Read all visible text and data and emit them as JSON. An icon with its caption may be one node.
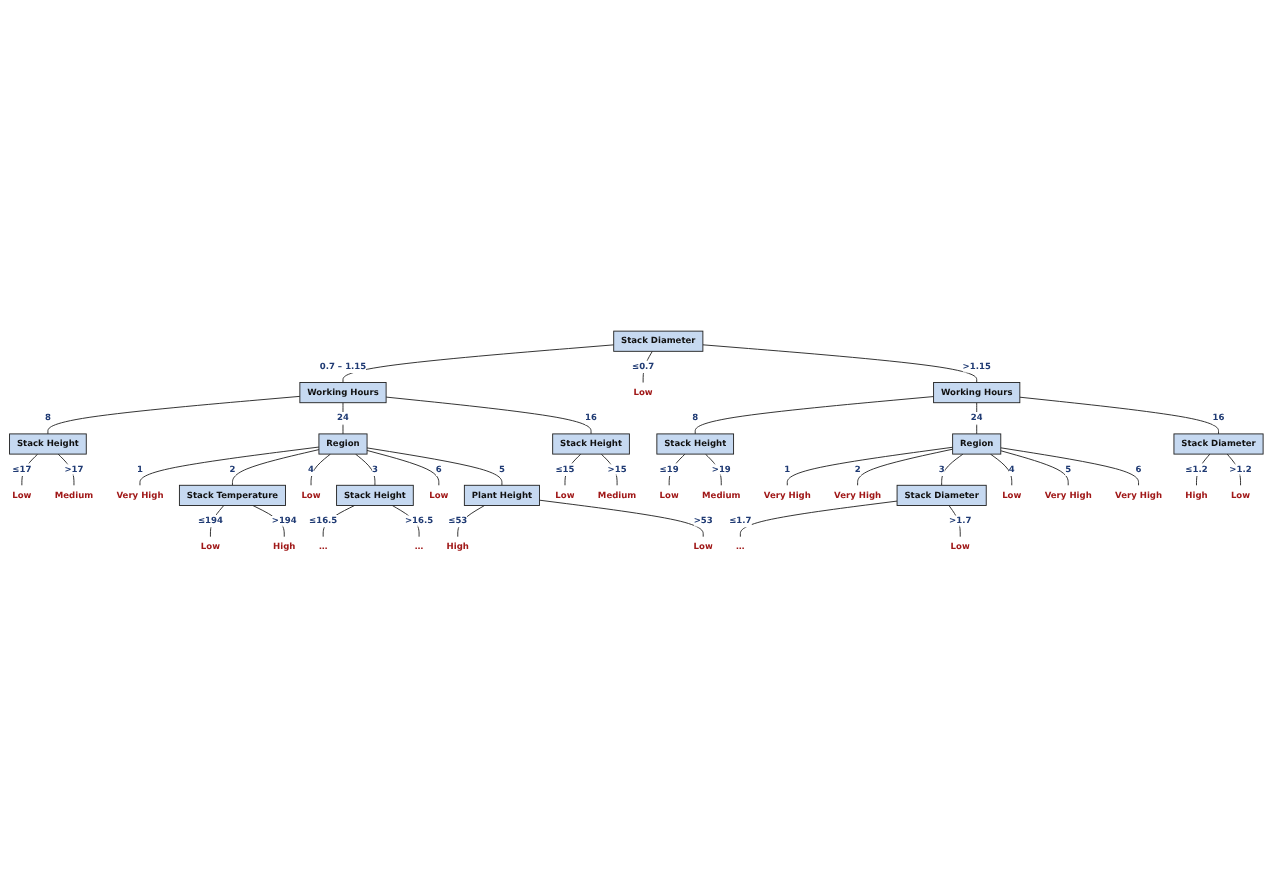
{
  "diagram": {
    "nodes": [
      {
        "text": [
          "Stack Diameter"
        ]
      },
      {
        "text": [
          "Working Hours"
        ]
      },
      {
        "text": [
          "Low"
        ]
      },
      {
        "text": [
          "Working Hours"
        ]
      },
      {
        "text": [
          "Stack Height"
        ]
      },
      {
        "text": [
          "Stack Height"
        ]
      },
      {
        "text": [
          "Region"
        ]
      },
      {
        "text": [
          "Low"
        ]
      },
      {
        "text": [
          "Medium"
        ]
      },
      {
        "text": [
          "Low"
        ]
      },
      {
        "text": [
          "Medium"
        ]
      },
      {
        "text": [
          "Stack Height"
        ]
      },
      {
        "text": [
          "Stack Diameter"
        ]
      },
      {
        "text": [
          "Region"
        ]
      },
      {
        "text": [
          "Low"
        ]
      },
      {
        "text": [
          "Medium"
        ]
      },
      {
        "text": [
          "High"
        ]
      },
      {
        "text": [
          "Low"
        ]
      },
      {
        "text": [
          "Very High"
        ]
      },
      {
        "text": [
          "Low"
        ]
      },
      {
        "text": [
          "Low"
        ]
      },
      {
        "text": [
          "Stack Temperature"
        ]
      },
      {
        "text": [
          "Stack Height"
        ]
      },
      {
        "text": [
          "Plant Height"
        ]
      },
      {
        "text": [
          "Very High"
        ]
      },
      {
        "text": [
          "Very High"
        ]
      },
      {
        "text": [
          "Low"
        ]
      },
      {
        "text": [
          "Very High"
        ]
      },
      {
        "text": [
          "Very High"
        ]
      },
      {
        "text": [
          "Stack Diameter"
        ]
      },
      {
        "text": [
          "Low"
        ]
      },
      {
        "text": [
          "High"
        ]
      },
      {
        "text": [
          "…"
        ]
      },
      {
        "text": [
          "…"
        ]
      },
      {
        "text": [
          "High"
        ]
      },
      {
        "text": [
          "Low"
        ]
      },
      {
        "text": [
          "…"
        ]
      },
      {
        "text": [
          "Low"
        ]
      }
    ],
    "edges": [
      {
        "from": 0,
        "to": 1,
        "arrow": "none",
        "label": "0.7 – 1.15"
      },
      {
        "from": 0,
        "to": 2,
        "arrow": "none",
        "label": "≤0.7"
      },
      {
        "from": 0,
        "to": 3,
        "arrow": "none",
        "label": ">1.15"
      },
      {
        "from": 1,
        "to": 4,
        "arrow": "none",
        "label": "8"
      },
      {
        "from": 1,
        "to": 6,
        "arrow": "none",
        "label": "24"
      },
      {
        "from": 1,
        "to": 5,
        "arrow": "none",
        "label": "16"
      },
      {
        "from": 4,
        "to": 7,
        "arrow": "none",
        "label": "≤17"
      },
      {
        "from": 4,
        "to": 8,
        "arrow": "none",
        "label": ">17"
      },
      {
        "from": 5,
        "to": 9,
        "arrow": "none",
        "label": "≤15"
      },
      {
        "from": 5,
        "to": 10,
        "arrow": "none",
        "label": ">15"
      },
      {
        "from": 3,
        "to": 11,
        "arrow": "none",
        "label": "8"
      },
      {
        "from": 3,
        "to": 13,
        "arrow": "none",
        "label": "24"
      },
      {
        "from": 3,
        "to": 12,
        "arrow": "none",
        "label": "16"
      },
      {
        "from": 11,
        "to": 14,
        "arrow": "none",
        "label": "≤19"
      },
      {
        "from": 11,
        "to": 15,
        "arrow": "none",
        "label": ">19"
      },
      {
        "from": 12,
        "to": 16,
        "arrow": "none",
        "label": "≤1.2"
      },
      {
        "from": 12,
        "to": 17,
        "arrow": "none",
        "label": ">1.2"
      },
      {
        "from": 6,
        "to": 18,
        "arrow": "none",
        "label": "1"
      },
      {
        "from": 6,
        "to": 21,
        "arrow": "none",
        "label": "2"
      },
      {
        "from": 6,
        "to": 19,
        "arrow": "none",
        "label": "4"
      },
      {
        "from": 6,
        "to": 22,
        "arrow": "none",
        "label": "3"
      },
      {
        "from": 6,
        "to": 20,
        "arrow": "none",
        "label": "6"
      },
      {
        "from": 6,
        "to": 23,
        "arrow": "none",
        "label": "5"
      },
      {
        "from": 13,
        "to": 24,
        "arrow": "none",
        "label": "1"
      },
      {
        "from": 13,
        "to": 25,
        "arrow": "none",
        "label": "2"
      },
      {
        "from": 13,
        "to": 29,
        "arrow": "none",
        "label": "3"
      },
      {
        "from": 13,
        "to": 26,
        "arrow": "none",
        "label": "4"
      },
      {
        "from": 13,
        "to": 27,
        "arrow": "none",
        "label": "5"
      },
      {
        "from": 13,
        "to": 28,
        "arrow": "none",
        "label": "6"
      },
      {
        "from": 21,
        "to": 30,
        "arrow": "none",
        "label": "≤194"
      },
      {
        "from": 21,
        "to": 31,
        "arrow": "none",
        "label": ">194"
      },
      {
        "from": 22,
        "to": 32,
        "arrow": "none",
        "label": "≤16.5"
      },
      {
        "from": 22,
        "to": 33,
        "arrow": "none",
        "label": ">16.5"
      },
      {
        "from": 23,
        "to": 34,
        "arrow": "none",
        "label": "≤53"
      },
      {
        "from": 23,
        "to": 35,
        "arrow": "none",
        "label": ">53"
      },
      {
        "from": 29,
        "to": 36,
        "arrow": "none",
        "label": "≤1.7"
      },
      {
        "from": 29,
        "to": 37,
        "arrow": "none",
        "label": ">1.7"
      }
    ]
  }
}
